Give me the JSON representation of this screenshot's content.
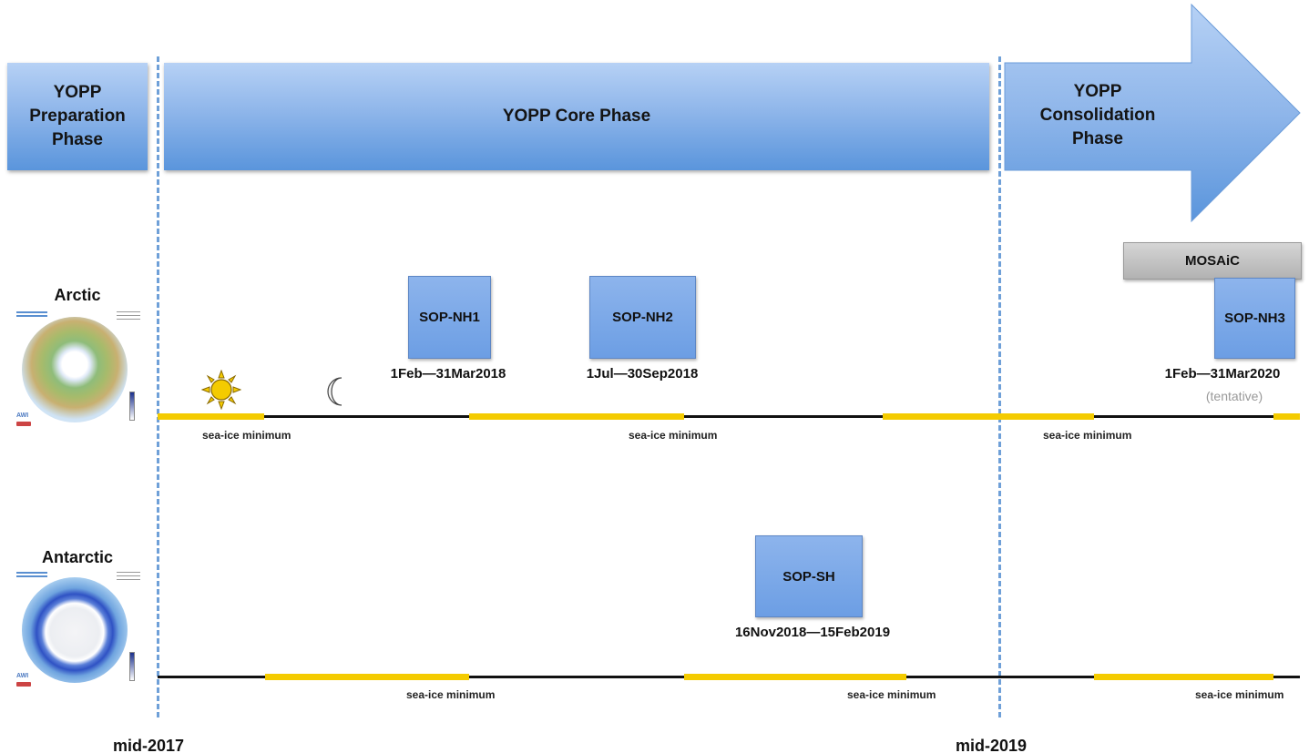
{
  "phases": {
    "preparation": "YOPP\nPreparation\nPhase",
    "core": "YOPP Core Phase",
    "consolidation": "YOPP\nConsolidation\nPhase"
  },
  "regions": {
    "arctic": "Arctic",
    "antarctic": "Antarctic"
  },
  "sops": {
    "nh1": {
      "label": "SOP-NH1",
      "dates": "1Feb—31Mar2018"
    },
    "nh2": {
      "label": "SOP-NH2",
      "dates": "1Jul—30Sep2018"
    },
    "nh3": {
      "label": "SOP-NH3",
      "dates": "1Feb—31Mar2020",
      "note": "(tentative)"
    },
    "sh": {
      "label": "SOP-SH",
      "dates": "16Nov2018—15Feb2019"
    }
  },
  "mosaic": "MOSAiC",
  "sea_ice_label": "sea-ice minimum",
  "years": {
    "start": "mid-2017",
    "end": "mid-2019"
  },
  "icons": {
    "sun": "sun-icon",
    "moon": "crescent-moon-icon"
  },
  "colors": {
    "phase_blue": "#8fb6ea",
    "sop_blue": "#7aa8e8",
    "ice_yellow": "#f4cb00",
    "mosaic_gray": "#bdbdbd",
    "divider_blue": "#6fa0d8"
  }
}
